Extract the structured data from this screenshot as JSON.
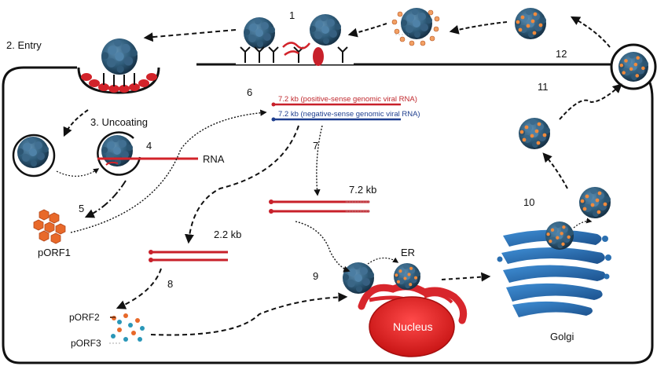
{
  "steps": {
    "s1": "1",
    "s2": "2. Entry",
    "s3": "3. Uncoating",
    "s4": "4",
    "s5": "5",
    "s6": "6",
    "s7": "7",
    "s8": "8",
    "s9": "9",
    "s10": "10",
    "s11": "11",
    "s12": "12"
  },
  "labels": {
    "rna": "RNA",
    "porf1": "pORF1",
    "porf2": "pORF2",
    "porf3": "pORF3",
    "kb72": "7.2 kb",
    "kb22": "2.2 kb",
    "er": "ER",
    "nucleus": "Nucleus",
    "golgi": "Golgi"
  },
  "rna_legend": {
    "positive": "7.2 kb (positive-sense genomic viral RNA)",
    "negative": "7.2 kb (negative-sense genomic viral RNA)"
  },
  "colors": {
    "capsid": "#2f5c7a",
    "rna_red": "#c8202a",
    "receptor_red": "#d2232a",
    "protein_orange": "#e8692a",
    "golgi_blue": "#2a6fb0",
    "er_red": "#d8262c",
    "rna_blue": "#1f3f8f"
  }
}
